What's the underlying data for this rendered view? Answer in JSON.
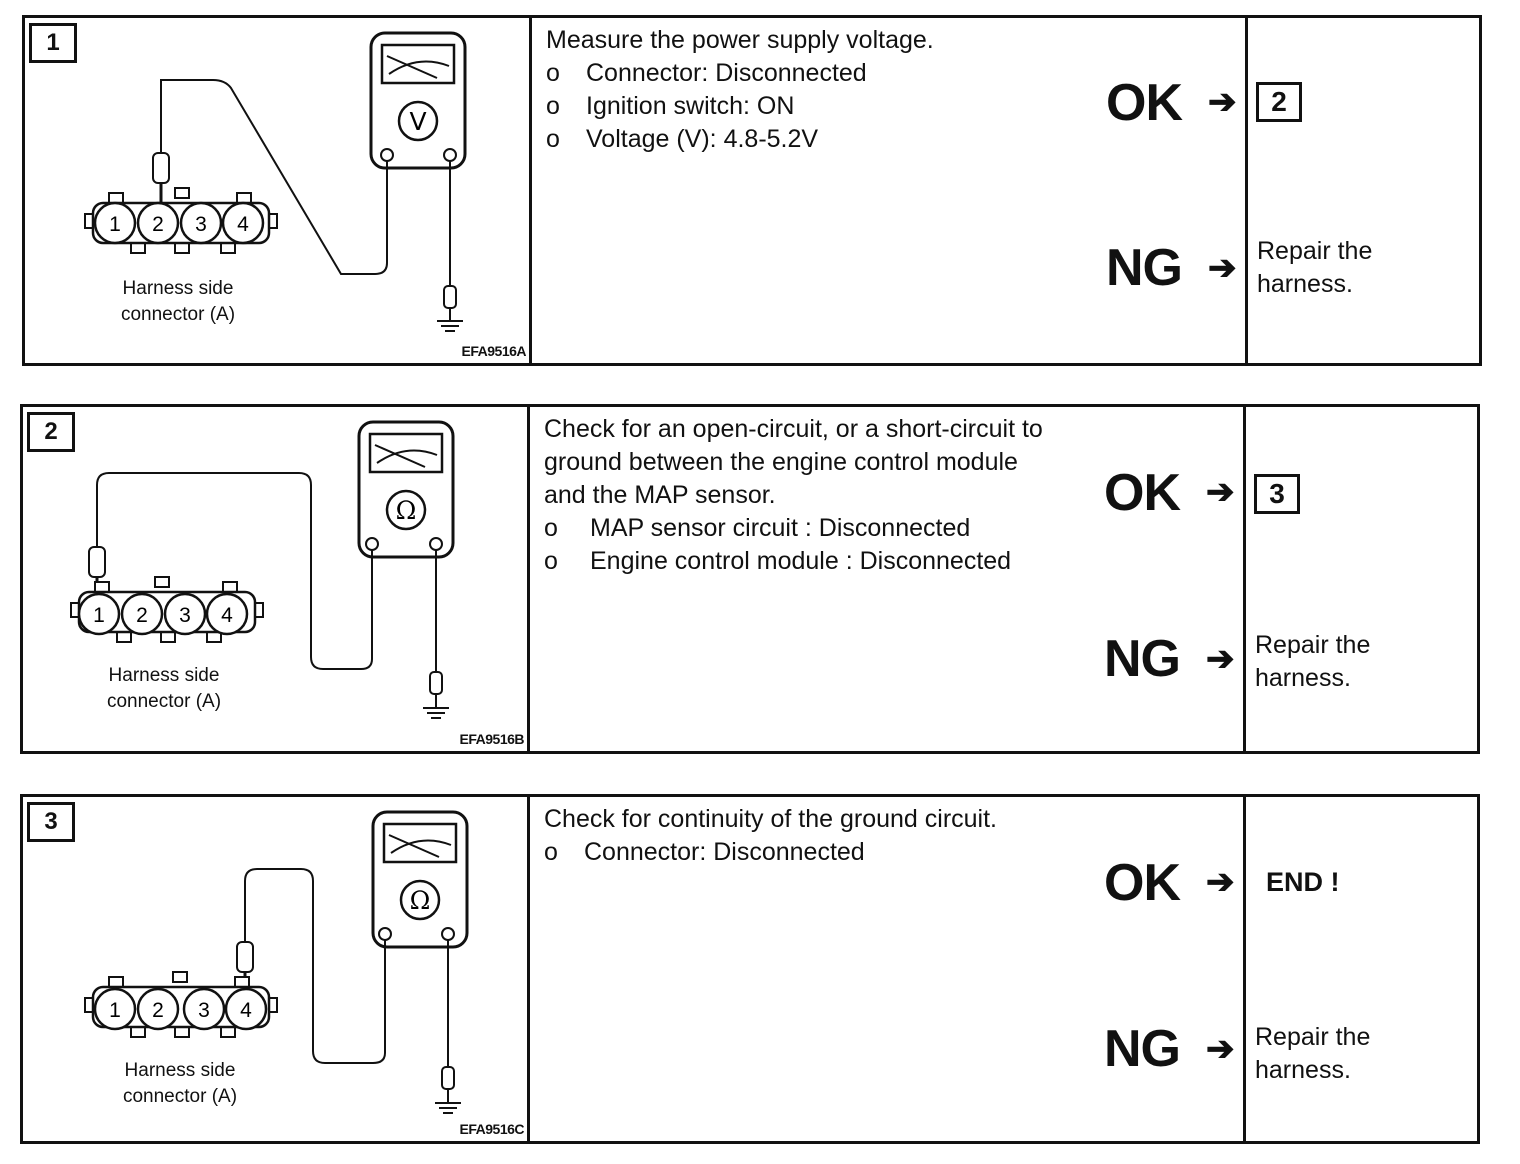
{
  "steps": [
    {
      "number": "1",
      "figure": {
        "meter_symbol": "V",
        "meter_icon": "voltmeter-icon",
        "pins": [
          "1",
          "2",
          "3",
          "4"
        ],
        "probe_pin": "2",
        "harness_label_line1": "Harness side",
        "harness_label_line2": "connector (A)",
        "code": "EFA9516A"
      },
      "instruction": {
        "heading": "Measure the power supply voltage.",
        "bullets": [
          {
            "mark": "o",
            "text": "Connector: Disconnected"
          },
          {
            "mark": "o",
            "text": "Ignition switch: ON"
          },
          {
            "mark": "o",
            "text": "Voltage (V): 4.8-5.2V"
          }
        ]
      },
      "ok": {
        "label": "OK",
        "arrow": "➔",
        "goto": "2"
      },
      "ng": {
        "label": "NG",
        "arrow": "➔",
        "action_line1": "Repair the",
        "action_line2": "harness."
      }
    },
    {
      "number": "2",
      "figure": {
        "meter_symbol": "Ω",
        "meter_icon": "ohmmeter-icon",
        "pins": [
          "1",
          "2",
          "3",
          "4"
        ],
        "probe_pin": "1",
        "harness_label_line1": "Harness side",
        "harness_label_line2": "connector (A)",
        "code": "EFA9516B"
      },
      "instruction": {
        "heading_line1": "Check for an open-circuit, or a short-circuit to",
        "heading_line2": "ground between the engine control module",
        "heading_line3": "and the MAP sensor.",
        "bullets": [
          {
            "mark": "o",
            "text": "MAP sensor circuit : Disconnected"
          },
          {
            "mark": "o",
            "text": "Engine control module : Disconnected"
          }
        ]
      },
      "ok": {
        "label": "OK",
        "arrow": "➔",
        "goto": "3"
      },
      "ng": {
        "label": "NG",
        "arrow": "➔",
        "action_line1": "Repair the",
        "action_line2": "harness."
      }
    },
    {
      "number": "3",
      "figure": {
        "meter_symbol": "Ω",
        "meter_icon": "ohmmeter-icon",
        "pins": [
          "1",
          "2",
          "3",
          "4"
        ],
        "probe_pin": "4",
        "harness_label_line1": "Harness side",
        "harness_label_line2": "connector (A)",
        "code": "EFA9516C"
      },
      "instruction": {
        "heading": "Check for continuity of the ground circuit.",
        "bullets": [
          {
            "mark": "o",
            "text": "Connector: Disconnected"
          }
        ]
      },
      "ok": {
        "label": "OK",
        "arrow": "➔",
        "end": "END !"
      },
      "ng": {
        "label": "NG",
        "arrow": "➔",
        "action_line1": "Repair the",
        "action_line2": "harness."
      }
    }
  ]
}
